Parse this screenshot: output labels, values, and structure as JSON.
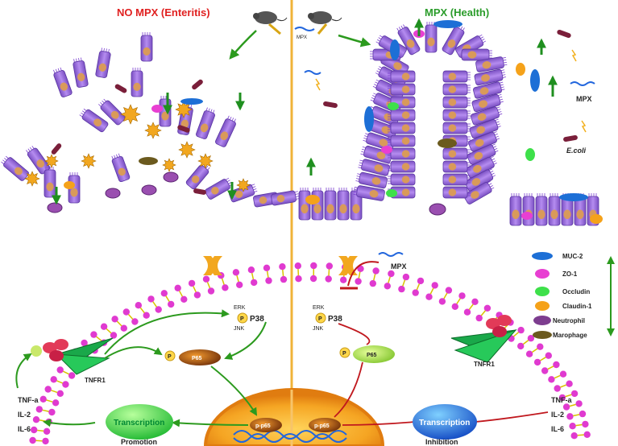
{
  "panel_left": {
    "title": "NO MPX  (Enteritis)"
  },
  "panel_right": {
    "title": "MPX  (Health)"
  },
  "top_labels": {
    "mpx_small": "MPX",
    "mpx_right": "MPX",
    "ecoli": "E.coli"
  },
  "pathway": {
    "mpx_label": "MPX",
    "erk": "ERK",
    "jnk": "JNK",
    "p38": "P38",
    "p": "P",
    "p65": "P65",
    "pp65": "p-p65",
    "tnfr1": "TNFR1"
  },
  "left_bottom": {
    "cytokines": [
      "TNF-a",
      "IL-2",
      "IL-6"
    ],
    "transcription": "Transcription",
    "promotion": "Promotion"
  },
  "right_bottom": {
    "cytokines": [
      "TNF-a",
      "IL-2",
      "IL-6"
    ],
    "transcription": "Transcription",
    "inhibition": "Inhibition"
  },
  "legend": {
    "items": [
      {
        "label": "MUC-2",
        "color": "#1d6fd6"
      },
      {
        "label": "ZO-1",
        "color": "#e83fd2"
      },
      {
        "label": "Occludin",
        "color": "#3ee04a"
      },
      {
        "label": "Claudin-1",
        "color": "#f5a21a"
      },
      {
        "label": "Neutrophil",
        "color": "#7d3d8f"
      },
      {
        "label": "Marophage",
        "color": "#6b5a1e"
      }
    ]
  },
  "colors": {
    "promote": "#2c9a1e",
    "inhibit": "#c0181e",
    "cell": "#9a6fd9",
    "nucleus": "#f29a1a"
  }
}
